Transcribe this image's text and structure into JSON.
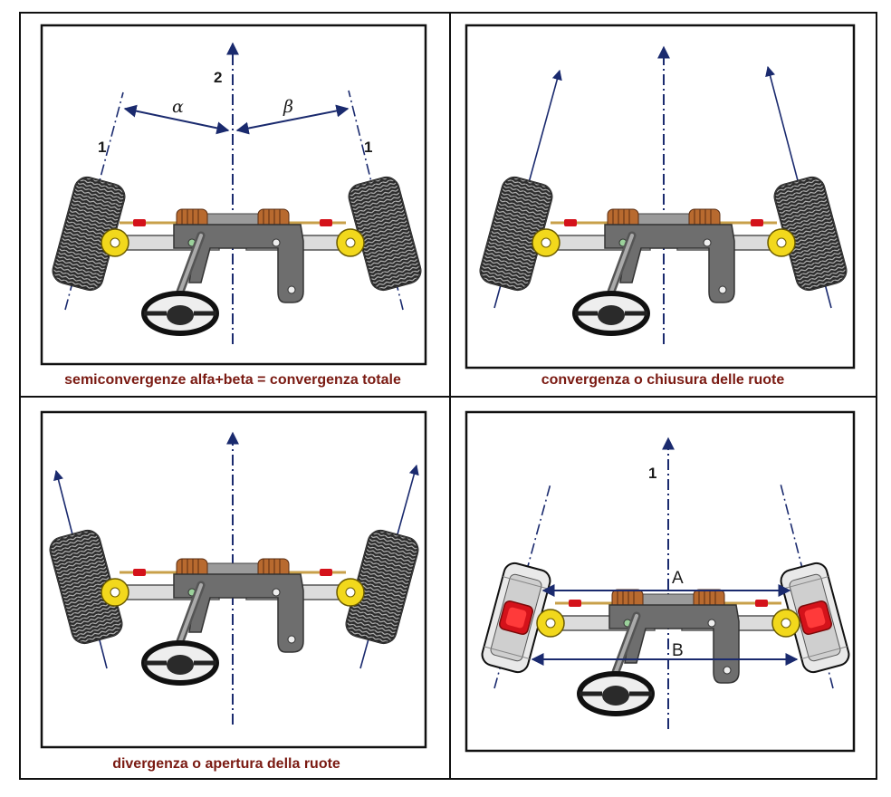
{
  "panels": [
    {
      "id": "top-left",
      "caption": "semiconvergenze alfa+beta = convergenza totale",
      "labels": {
        "center_axis": "2",
        "left_wheel_axis": "1",
        "right_wheel_axis": "1",
        "left_angle": "α",
        "right_angle": "β"
      }
    },
    {
      "id": "top-right",
      "caption": "convergenza o chiusura delle ruote"
    },
    {
      "id": "bottom-left",
      "caption": "divergenza o apertura della ruote"
    },
    {
      "id": "bottom-right",
      "caption": "",
      "labels": {
        "center_axis": "1",
        "front_distance": "A",
        "rear_distance": "B"
      }
    }
  ],
  "colors": {
    "caption": "#7a1a12",
    "arrow": "#1a2a6e",
    "frame": "#111111",
    "tire": "#2b2b2b",
    "hub": "#f2d81c",
    "bellows": "#b86a2f",
    "brake": "#d4121a",
    "steel": "#8a8a8a"
  },
  "icons": [
    "steering-wheel-icon",
    "wheel-icon",
    "steering-rack-icon",
    "brake-caliper-icon"
  ]
}
